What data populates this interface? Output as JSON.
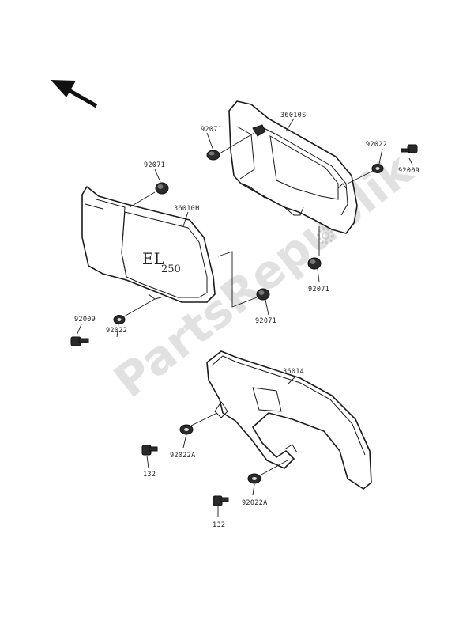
{
  "watermark": "PartsRepublik",
  "cover_badge": {
    "prefix": "EL",
    "number": "250"
  },
  "labels": {
    "l1": "92071",
    "l2": "36010S",
    "l3": "92022",
    "l4": "92009",
    "l5": "92071",
    "l6": "36010H",
    "l7": "92071",
    "l8": "92009",
    "l9": "92022",
    "l10": "92071",
    "l11": "36014",
    "l12": "92022A",
    "l13": "132",
    "l14": "92022A",
    "l15": "132"
  },
  "icons": {
    "direction": "front-direction-arrow-icon",
    "watermark_gear": "gear-icon"
  }
}
